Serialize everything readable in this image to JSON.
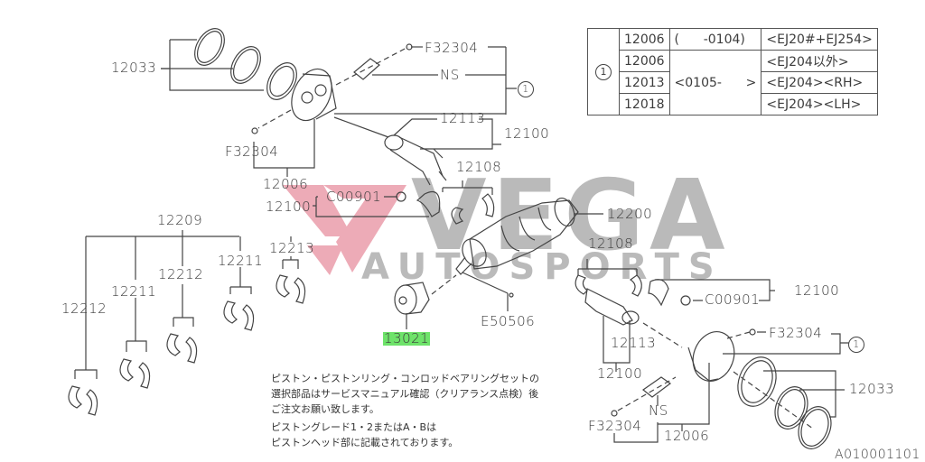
{
  "diagram": {
    "code": "A010001101",
    "watermark": {
      "brand_top": "VEGA",
      "brand_bottom": "AUTOSPORTS",
      "logo_color": "#e8909f",
      "text_color": "#a9a9a9"
    },
    "highlight_color": "#6ee36a",
    "applicability_table": {
      "marker": "1",
      "rows": [
        {
          "part": "12006",
          "date": "(      -0104)",
          "engine": "<EJ20#+EJ254>"
        },
        {
          "part": "12006",
          "date": "<0105-      >",
          "engine": "<EJ204以外>"
        },
        {
          "part": "12013",
          "date": "",
          "engine": "<EJ204><RH>"
        },
        {
          "part": "12018",
          "date": "",
          "engine": "<EJ204><LH>"
        }
      ]
    },
    "labels": {
      "l12033_top": "12033",
      "f32304_top": "F32304",
      "ns_top": "NS",
      "marker_top": "1",
      "l12113_top": "12113",
      "l12100_top": "12100",
      "f32304_left": "F32304",
      "l12006_top": "12006",
      "l12108_top": "12108",
      "c00901_left": "C00901",
      "l12100_left": "12100",
      "l12200": "12200",
      "l12209": "12209",
      "l12108_right": "12108",
      "l12213": "12213",
      "l12211_a": "12211",
      "l12212_a": "12212",
      "l12211_b": "12211",
      "l12212_b": "12212",
      "l13021": "13021",
      "e50506": "E50506",
      "c00901_right": "C00901",
      "l12100_right": "12100",
      "f32304_right": "F32304",
      "marker_right": "1",
      "l12113_bottom": "12113",
      "l12033_bottom": "12033",
      "l12100_bottom": "12100",
      "ns_bottom": "NS",
      "f32304_bottom": "F32304",
      "l12006_bottom": "12006"
    },
    "note": {
      "line1": "ピストン・ピストンリング・コンロッドベアリングセットの",
      "line2": "選択部品はサービスマニュアル確認（クリアランス点検）後",
      "line3": "ご注文お願い致します。",
      "line4": "ピストングレード1・2またはA・Bは",
      "line5": "ピストンヘッド部に記載されております。"
    }
  }
}
